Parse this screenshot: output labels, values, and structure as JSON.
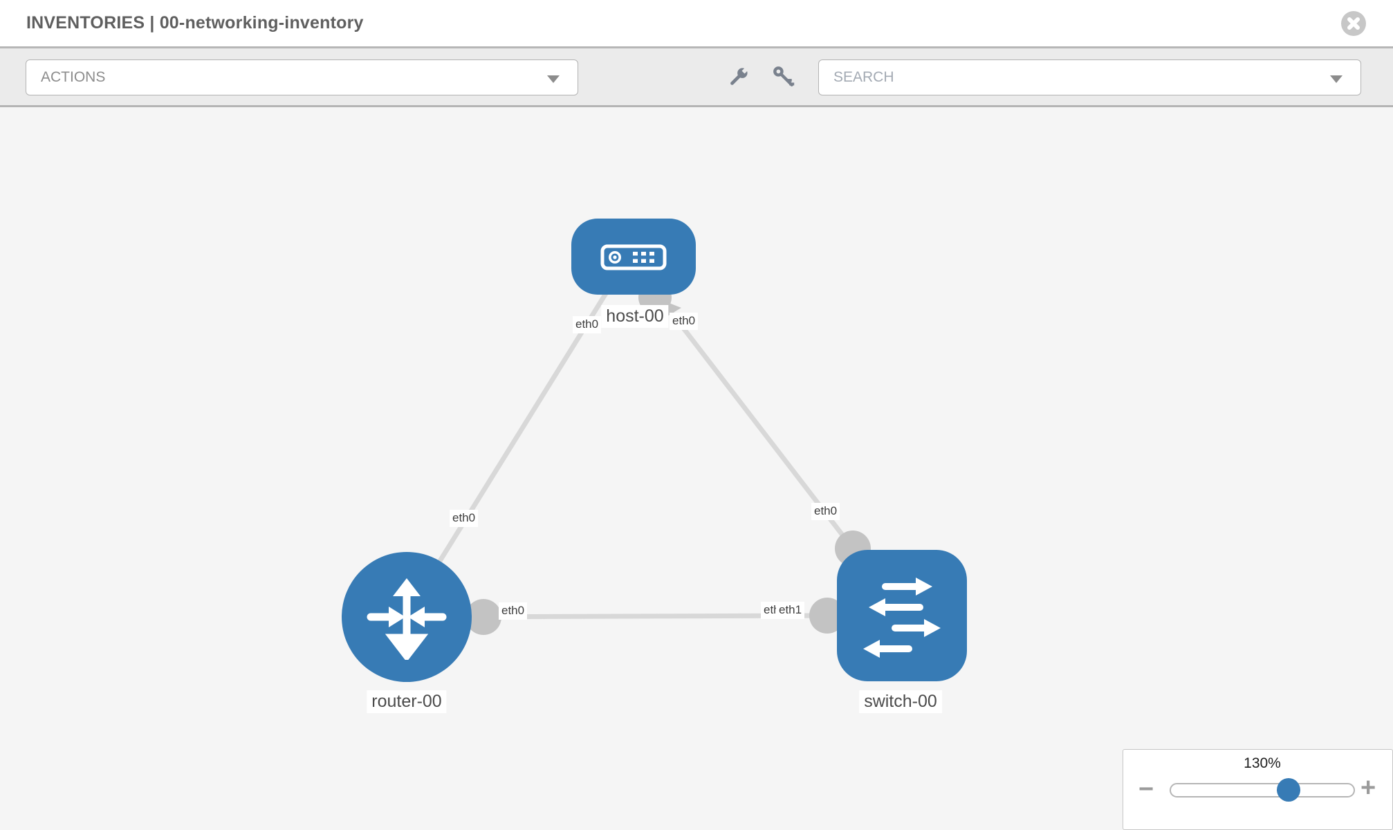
{
  "header": {
    "title": "INVENTORIES | 00-networking-inventory"
  },
  "toolbar": {
    "actions_dropdown": {
      "placeholder": "ACTIONS"
    },
    "search_dropdown": {
      "placeholder": "SEARCH"
    }
  },
  "icons": {
    "close": "circle-x",
    "wrench": "wrench",
    "key": "key",
    "dropdown_caret": "triangle-down",
    "host_glyph": "server-device",
    "router_glyph": "four-way-arrows",
    "switch_glyph": "alternating-arrows"
  },
  "colors": {
    "node_blue": "#377bb5",
    "connector_gray": "#c3c3c3",
    "link_gray": "#d8d8d8",
    "canvas_bg": "#f5f5f5",
    "toolbar_bg": "#ebebeb"
  },
  "diagram": {
    "nodes": [
      {
        "label": "host-00",
        "type": "host"
      },
      {
        "label": "router-00",
        "type": "router"
      },
      {
        "label": "switch-00",
        "type": "switch"
      }
    ],
    "interfaces": {
      "host_left": "eth0",
      "host_right": "eth0",
      "host_router_link": "eth0",
      "host_switch_link": "eth0",
      "router_switch_router_end": "eth0",
      "router_switch_switch_end_back": "eth0",
      "router_switch_switch_end_front": "eth1"
    }
  },
  "zoom_control": {
    "value": "130%",
    "decrease_label": "−",
    "increase_label": "+"
  }
}
